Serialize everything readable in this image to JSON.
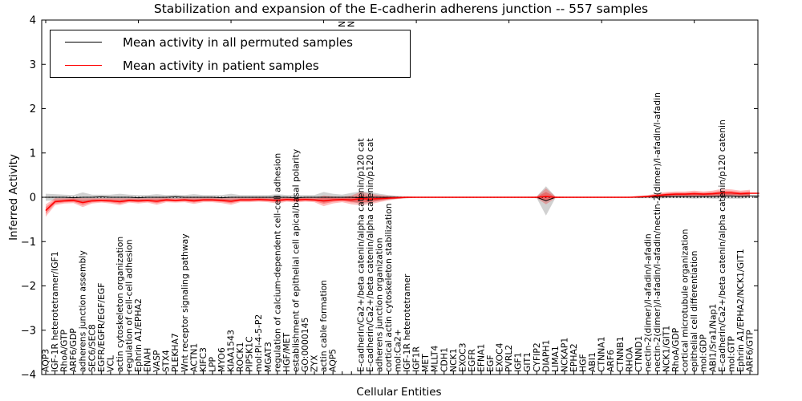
{
  "legend": {
    "items": [
      {
        "label": "Mean activity in all permuted samples",
        "color": "#000000"
      },
      {
        "label": "Mean activity in patient samples",
        "color": "#ff0000"
      }
    ]
  },
  "chart_data": {
    "type": "line",
    "title": "Stabilization and expansion of the E-cadherin adherens junction -- 557 samples",
    "xlabel": "Cellular Entities",
    "ylabel": "Inferred Activity",
    "ylim": [
      -4,
      4
    ],
    "yticks": [
      4,
      3,
      2,
      1,
      0,
      -1,
      -2,
      -3,
      -4
    ],
    "grid": "dotted zero line only",
    "legend_position": "upper left",
    "colors": {
      "permuted_line": "#000000",
      "permuted_band": "#999999",
      "patient_line": "#ff0000",
      "patient_band": "#ff0000",
      "zero_line": "#000000"
    },
    "categories": [
      "AQP3",
      "IGF-1R heterotetramer/IGF1",
      "RhoA/GTP",
      "ARF6/GDP",
      "adherens junction assembly",
      "SEC6/SEC8",
      "EGFR/EGFR/EGF/EGF",
      "VCL",
      "actin cytoskeleton organization",
      "regulation of cell-cell adhesion",
      "Ephrin A1/EPHA2",
      "ENAH",
      "VASP",
      "STX4",
      "PLEKHA7",
      "Wnt receptor signaling pathway",
      "ACTN1",
      "KIFC3",
      "LPP",
      "MYO6",
      "KIAA1543",
      "ROCK1",
      "PIP5K1C",
      "mol:PI-4-5-P2",
      "MGAT3",
      "regulation of calcium-dependent cell-cell adhesion",
      "HGF/MET",
      "establishment of epithelial cell apical/basal polarity",
      "GO:0000145",
      "ZYX",
      "actin cable formation",
      "AQP5",
      "",
      "",
      "E-cadherin/Ca2+/beta catenin/alpha catenin/p120 cat",
      "E-cadherin/Ca2+/beta catenin/alpha catenin/p120 cat",
      "adherens junction organization",
      "cortical actin cytoskeleton stabilization",
      "mol:Ca2+",
      "IGF-1R heterotetramer",
      "IGF1R",
      "MET",
      "MLLT4",
      "CDH1",
      "NCK1",
      "EXOC3",
      "EGFR",
      "EFNA1",
      "EGF",
      "EXOC4",
      "PVRL2",
      "IGF1",
      "GIT1",
      "CYFIP2",
      "DIAPH1",
      "LIMA1",
      "NCKAP1",
      "EPHA2",
      "HGF",
      "ABI1",
      "CTNNA1",
      "ARF6",
      "CTNNB1",
      "RHOA",
      "CTNND1",
      "nectin-2(dimer)/l-afadin/l-afadin",
      "nectin-2(dimer)/l-afadin/l-afadin/nectin-2(dimer)/l-afadin/l-afadin",
      "NCK1/GIT1",
      "RhoA/GDP",
      "cortical microtubule organization",
      "epithelial cell differentiation",
      "mol:GDP",
      "ABI1/Sra1/Nap1",
      "E-cadherin/Ca2+/beta catenin/alpha catenin/p120 catenin",
      "mol:GTP",
      "Ephrin A1/EPHA2/NCK1/GIT1",
      "ARF6/GTP"
    ],
    "top_partial_labels": [
      {
        "index": 32,
        "text": "N"
      },
      {
        "index": 33,
        "text": "N"
      }
    ],
    "series": [
      {
        "name": "Mean activity in all permuted samples",
        "values": [
          0,
          0,
          0,
          -0.01,
          0,
          0,
          0.01,
          0,
          0,
          0,
          -0.01,
          0,
          0,
          0,
          0.01,
          0,
          0,
          0,
          0,
          -0.01,
          0,
          0,
          0,
          0,
          0,
          0,
          0,
          -0.01,
          0,
          0,
          0,
          0,
          0,
          0,
          -0.01,
          0,
          0,
          0,
          0,
          0,
          0,
          0,
          0,
          0,
          0,
          0,
          0,
          0,
          0,
          0,
          0,
          0,
          0,
          0,
          -0.08,
          0,
          0,
          0,
          0,
          0,
          0,
          0,
          0,
          0,
          0,
          0.01,
          0.01,
          0.02,
          0.02,
          0.02,
          0.02,
          0.02,
          0.02,
          0.03,
          0.03,
          0.02,
          0.03,
          0.03
        ]
      },
      {
        "name": "Permuted std (band half-width)",
        "values": [
          0.08,
          0.07,
          0.06,
          0.06,
          0.11,
          0.06,
          0.05,
          0.06,
          0.08,
          0.06,
          0.06,
          0.05,
          0.07,
          0.05,
          0.05,
          0.05,
          0.07,
          0.05,
          0.05,
          0.06,
          0.08,
          0.05,
          0.05,
          0.05,
          0.05,
          0.07,
          0.05,
          0.06,
          0.05,
          0.05,
          0.12,
          0.08,
          0.06,
          0.1,
          0.14,
          0.12,
          0.08,
          0.05,
          0.03,
          0.02,
          0.015,
          0.015,
          0.015,
          0.015,
          0.015,
          0.015,
          0.015,
          0.015,
          0.015,
          0.015,
          0.015,
          0.015,
          0.015,
          0.02,
          0.33,
          0.02,
          0.015,
          0.015,
          0.015,
          0.015,
          0.015,
          0.015,
          0.015,
          0.015,
          0.02,
          0.03,
          0.04,
          0.04,
          0.04,
          0.04,
          0.05,
          0.04,
          0.05,
          0.06,
          0.06,
          0.05,
          0.05
        ]
      },
      {
        "name": "Mean activity in patient samples",
        "values": [
          -0.3,
          -0.1,
          -0.08,
          -0.07,
          -0.12,
          -0.08,
          -0.07,
          -0.08,
          -0.1,
          -0.07,
          -0.08,
          -0.07,
          -0.09,
          -0.06,
          -0.07,
          -0.06,
          -0.08,
          -0.06,
          -0.06,
          -0.07,
          -0.09,
          -0.06,
          -0.06,
          -0.05,
          -0.06,
          -0.07,
          -0.05,
          -0.06,
          -0.05,
          -0.06,
          -0.08,
          -0.06,
          -0.05,
          -0.06,
          -0.03,
          -0.04,
          -0.03,
          -0.02,
          -0.01,
          0,
          0,
          0,
          0,
          0,
          0,
          0,
          0,
          0,
          0,
          0,
          0,
          0,
          0,
          0,
          0.02,
          0,
          0,
          0,
          0,
          0,
          0,
          0,
          0,
          0,
          0.01,
          0.02,
          0.04,
          0.06,
          0.07,
          0.07,
          0.08,
          0.07,
          0.08,
          0.1,
          0.1,
          0.08,
          0.09,
          0.09
        ]
      },
      {
        "name": "Patient std (band half-width)",
        "values": [
          0.14,
          0.08,
          0.06,
          0.06,
          0.1,
          0.06,
          0.05,
          0.06,
          0.08,
          0.05,
          0.06,
          0.05,
          0.08,
          0.05,
          0.05,
          0.05,
          0.07,
          0.05,
          0.05,
          0.06,
          0.08,
          0.05,
          0.05,
          0.05,
          0.05,
          0.07,
          0.05,
          0.06,
          0.05,
          0.05,
          0.12,
          0.08,
          0.06,
          0.1,
          0.15,
          0.12,
          0.08,
          0.05,
          0.03,
          0.02,
          0.015,
          0.015,
          0.015,
          0.015,
          0.015,
          0.015,
          0.015,
          0.015,
          0.015,
          0.015,
          0.015,
          0.015,
          0.015,
          0.02,
          0.18,
          0.02,
          0.015,
          0.015,
          0.015,
          0.015,
          0.015,
          0.015,
          0.015,
          0.015,
          0.02,
          0.03,
          0.05,
          0.06,
          0.06,
          0.06,
          0.07,
          0.06,
          0.07,
          0.09,
          0.08,
          0.07,
          0.08,
          0.08
        ]
      }
    ]
  }
}
